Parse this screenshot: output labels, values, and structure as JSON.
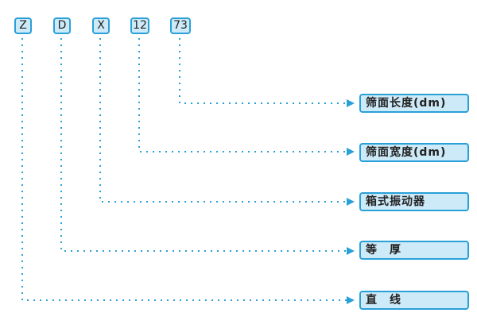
{
  "codes": [
    "Z",
    "D",
    "X",
    "12",
    "73"
  ],
  "labels": [
    "筛面长度(dm)",
    "筛面宽度(dm)",
    "箱式振动器",
    "等　厚",
    "直　线"
  ],
  "colors": {
    "line": "#2aa0d8",
    "box_fill": "#cdeaf8"
  }
}
